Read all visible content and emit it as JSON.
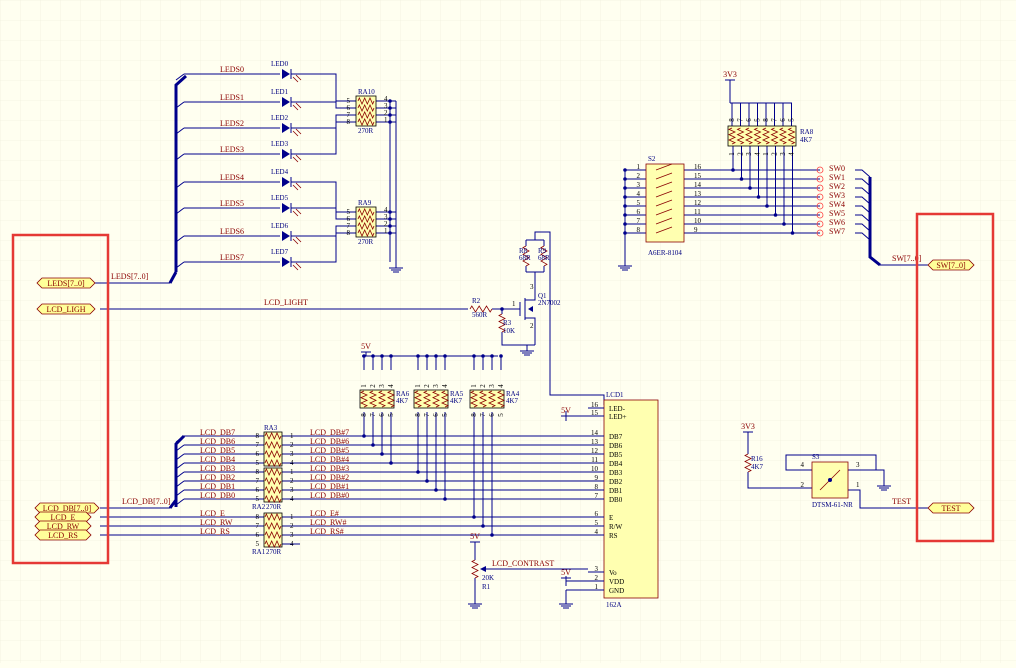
{
  "ports": {
    "leds": "LEDS[7..0]",
    "lcd_ligh": "LCD_LIGH",
    "lcd_db": "LCD_DB[7..0]",
    "lcd_e": "LCD_E",
    "lcd_rw": "LCD_RW",
    "lcd_rs": "LCD_RS",
    "sw": "SW[7..0]",
    "test": "TEST"
  },
  "nets": {
    "leds_bus": "LEDS[7..0]",
    "leds": [
      "LEDS0",
      "LEDS1",
      "LEDS2",
      "LEDS3",
      "LEDS4",
      "LEDS5",
      "LEDS6",
      "LEDS7"
    ],
    "lcd_light": "LCD_LIGHT",
    "lcd_db_bus": "LCD_DB[7..0]",
    "lcd_db": [
      "LCD_DB7",
      "LCD_DB6",
      "LCD_DB5",
      "LCD_DB4",
      "LCD_DB3",
      "LCD_DB2",
      "LCD_DB1",
      "LCD_DB0"
    ],
    "lcd_dbn": [
      "LCD_DB#7",
      "LCD_DB#6",
      "LCD_DB#5",
      "LCD_DB#4",
      "LCD_DB#3",
      "LCD_DB#2",
      "LCD_DB#1",
      "LCD_DB#0"
    ],
    "lcd_ctrl": [
      "LCD_E",
      "LCD_RW",
      "LCD_RS"
    ],
    "lcd_ctrln": [
      "LCD_E#",
      "LCD_RW#",
      "LCD_RS#"
    ],
    "lcd_contrast": "LCD_CONTRAST",
    "sw_bus": "SW[7..0]",
    "sw": [
      "SW0",
      "SW1",
      "SW2",
      "SW3",
      "SW4",
      "SW5",
      "SW6",
      "SW7"
    ],
    "test": "TEST"
  },
  "components": {
    "leds": [
      "LED0",
      "LED1",
      "LED2",
      "LED3",
      "LED4",
      "LED5",
      "LED6",
      "LED7"
    ],
    "ra10": {
      "ref": "RA10",
      "value": "270R"
    },
    "ra9": {
      "ref": "RA9",
      "value": "270R"
    },
    "ra8": {
      "ref": "RA8",
      "value": "4K7"
    },
    "ra3": {
      "ref": "RA3",
      "value": "270R"
    },
    "ra2": {
      "ref": "RA2",
      "value": "270R"
    },
    "ra1": {
      "ref": "RA1",
      "value": "270R"
    },
    "ra6": {
      "ref": "RA6",
      "value": "4K7"
    },
    "ra5": {
      "ref": "RA5",
      "value": "4K7"
    },
    "ra4": {
      "ref": "RA4",
      "value": "4K7"
    },
    "r8": {
      "ref": "R8",
      "value": "68R"
    },
    "r9": {
      "ref": "R9",
      "value": "68R"
    },
    "r2": {
      "ref": "R2",
      "value": "560R"
    },
    "r3": {
      "ref": "R3",
      "value": "10K"
    },
    "q1": {
      "ref": "Q1",
      "value": "2N7002"
    },
    "r1": {
      "ref": "R1",
      "value": "20K"
    },
    "r16": {
      "ref": "R16",
      "value": "4K7"
    },
    "s2": {
      "ref": "S2",
      "value": "A6ER-8104"
    },
    "s3": {
      "ref": "S3",
      "value": "DTSM-61-NR"
    },
    "lcd1": {
      "ref": "LCD1",
      "value": "162A"
    }
  },
  "power": {
    "v33": "3V3",
    "v5": "5V"
  },
  "lcd_pins": {
    "names": [
      "LED-",
      "LED+",
      "DB7",
      "DB6",
      "DB5",
      "DB4",
      "DB3",
      "DB2",
      "DB1",
      "DB0",
      "E",
      "R/W",
      "RS",
      "Vo",
      "VDD",
      "GND"
    ],
    "numbers": [
      "16",
      "15",
      "14",
      "13",
      "12",
      "11",
      "10",
      "9",
      "8",
      "7",
      "6",
      "5",
      "4",
      "3",
      "2",
      "1"
    ]
  },
  "s2_pins": {
    "left": [
      "1",
      "2",
      "3",
      "4",
      "5",
      "6",
      "7",
      "8"
    ],
    "right": [
      "16",
      "15",
      "14",
      "13",
      "12",
      "11",
      "10",
      "9"
    ]
  },
  "ra_pins": {
    "left": [
      "5",
      "6",
      "7",
      "8"
    ],
    "right": [
      "4",
      "3",
      "2",
      "1"
    ],
    "top": [
      "8",
      "7",
      "6",
      "5"
    ],
    "bottom": [
      "1",
      "2",
      "3",
      "4"
    ]
  },
  "ra_lcd_pins": {
    "left": [
      "8",
      "7",
      "6",
      "5"
    ],
    "right": [
      "1",
      "2",
      "3",
      "4"
    ]
  },
  "s3_pins": [
    "4",
    "3",
    "2",
    "1"
  ],
  "q1_pins": [
    "1",
    "3",
    "2"
  ],
  "highlight_color": "#e53935"
}
